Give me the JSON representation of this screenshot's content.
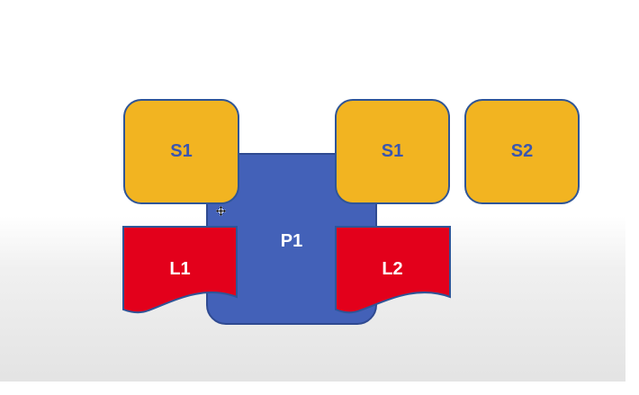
{
  "diagram": {
    "nodes": {
      "p1": {
        "label": "P1",
        "shape": "rounded-rectangle",
        "color": "#4361b8"
      },
      "s1_left": {
        "label": "S1",
        "shape": "rounded-square",
        "color": "#f2b421"
      },
      "s1_right": {
        "label": "S1",
        "shape": "rounded-square",
        "color": "#f2b421"
      },
      "s2": {
        "label": "S2",
        "shape": "rounded-square",
        "color": "#f2b421"
      },
      "l1": {
        "label": "L1",
        "shape": "document",
        "color": "#e3001b"
      },
      "l2": {
        "label": "L2",
        "shape": "document",
        "color": "#e3001b"
      }
    },
    "colors": {
      "outline": "#2f5597",
      "square_text": "#3a56b0",
      "shape_text_light": "#ffffff"
    }
  },
  "cursor": {
    "icon": "move-cursor-icon"
  }
}
